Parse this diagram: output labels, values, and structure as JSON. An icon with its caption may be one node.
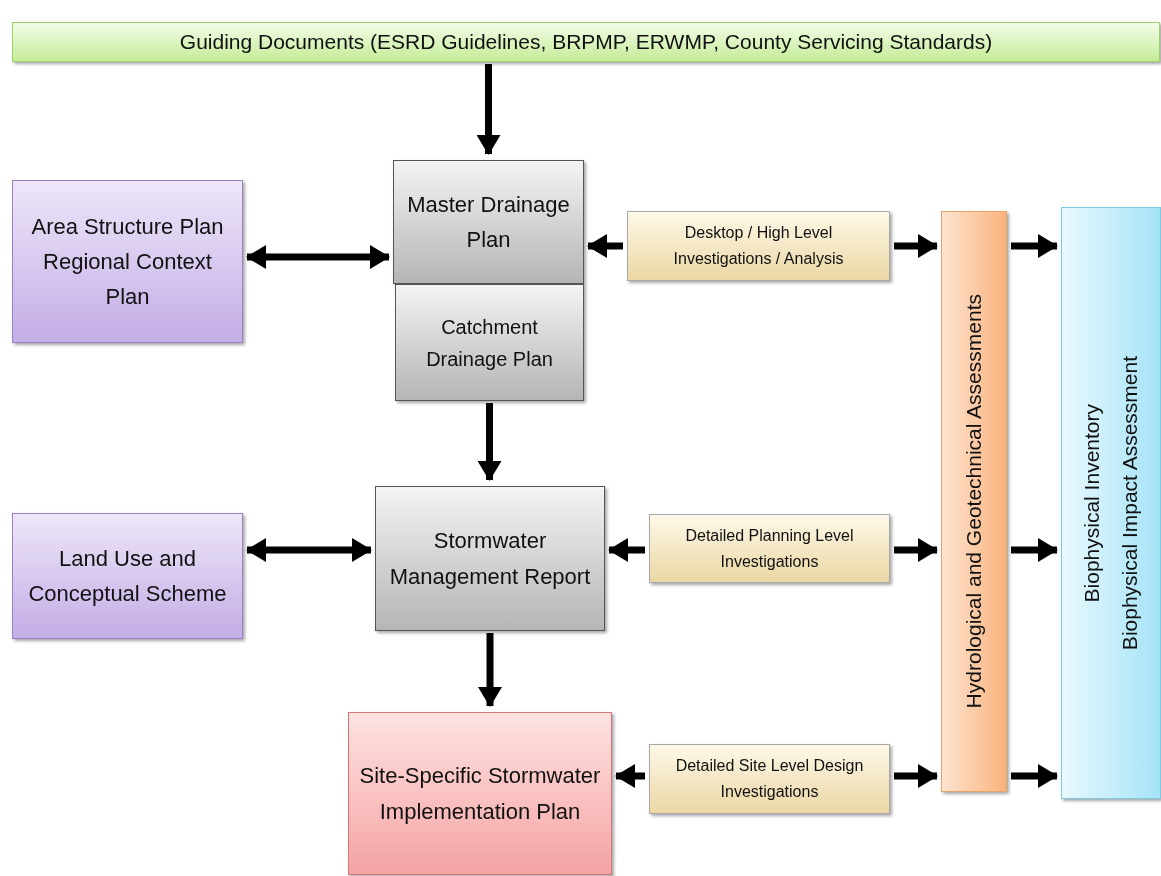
{
  "diagram": {
    "nodes": [
      {
        "text": [
          "Guiding Documents (ESRD Guidelines, BRPMP, ERWMP, County Servicing Standards)"
        ]
      },
      {
        "text": [
          "Area Structure Plan",
          "Regional Context Plan"
        ]
      },
      {
        "text": [
          "Master Drainage Plan"
        ]
      },
      {
        "text": [
          "Catchment Drainage Plan"
        ]
      },
      {
        "text": [
          "Desktop / High Level Investigations / Analysis"
        ]
      },
      {
        "text": [
          "Hydrological and Geotechnical Assessments"
        ]
      },
      {
        "text": [
          "Biophysical Inventory",
          "Biophysical Impact Assessment"
        ]
      },
      {
        "text": [
          "Land Use and Conceptual Scheme"
        ]
      },
      {
        "text": [
          "Stormwater Management Report"
        ]
      },
      {
        "text": [
          "Detailed Planning Level Investigations"
        ]
      },
      {
        "text": [
          "Site-Specific Stormwater Implementation Plan"
        ]
      },
      {
        "text": [
          "Detailed Site Level Design Investigations"
        ]
      }
    ],
    "edges": [
      {
        "from": 0,
        "to": 2,
        "arrow": "to"
      },
      {
        "from": 1,
        "to": 2,
        "arrow": "both"
      },
      {
        "from": 4,
        "to": 2,
        "arrow": "to"
      },
      {
        "from": 4,
        "to": 5,
        "arrow": "to"
      },
      {
        "from": 5,
        "to": 6,
        "arrow": "to"
      },
      {
        "from": 3,
        "to": 8,
        "arrow": "to"
      },
      {
        "from": 7,
        "to": 8,
        "arrow": "both"
      },
      {
        "from": 9,
        "to": 8,
        "arrow": "to"
      },
      {
        "from": 9,
        "to": 5,
        "arrow": "to"
      },
      {
        "from": 5,
        "to": 6,
        "arrow": "to"
      },
      {
        "from": 8,
        "to": 10,
        "arrow": "to"
      },
      {
        "from": 11,
        "to": 10,
        "arrow": "to"
      },
      {
        "from": 11,
        "to": 5,
        "arrow": "to"
      },
      {
        "from": 5,
        "to": 6,
        "arrow": "to"
      }
    ]
  }
}
